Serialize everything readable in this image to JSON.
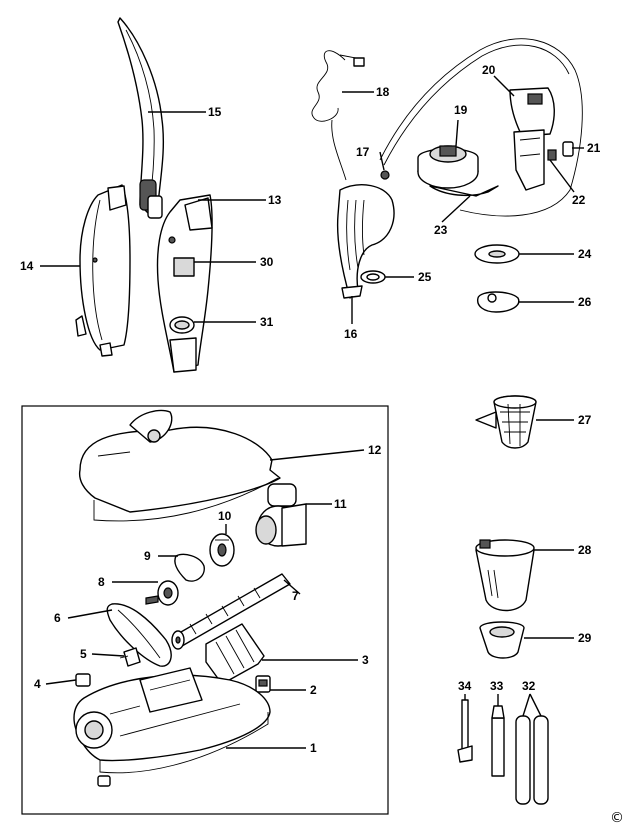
{
  "callouts": {
    "p1": "1",
    "p2": "2",
    "p3": "3",
    "p4": "4",
    "p5": "5",
    "p6": "6",
    "p7": "7",
    "p8": "8",
    "p9": "9",
    "p10": "10",
    "p11": "11",
    "p12": "12",
    "p13": "13",
    "p14": "14",
    "p15": "15",
    "p16": "16",
    "p17": "17",
    "p18": "18",
    "p19": "19",
    "p20": "20",
    "p21": "21",
    "p22": "22",
    "p23": "23",
    "p24": "24",
    "p25": "25",
    "p26": "26",
    "p27": "27",
    "p28": "28",
    "p29": "29",
    "p30": "30",
    "p31": "31",
    "p32": "32",
    "p33": "33",
    "p34": "34"
  },
  "copyright_symbol": "©"
}
